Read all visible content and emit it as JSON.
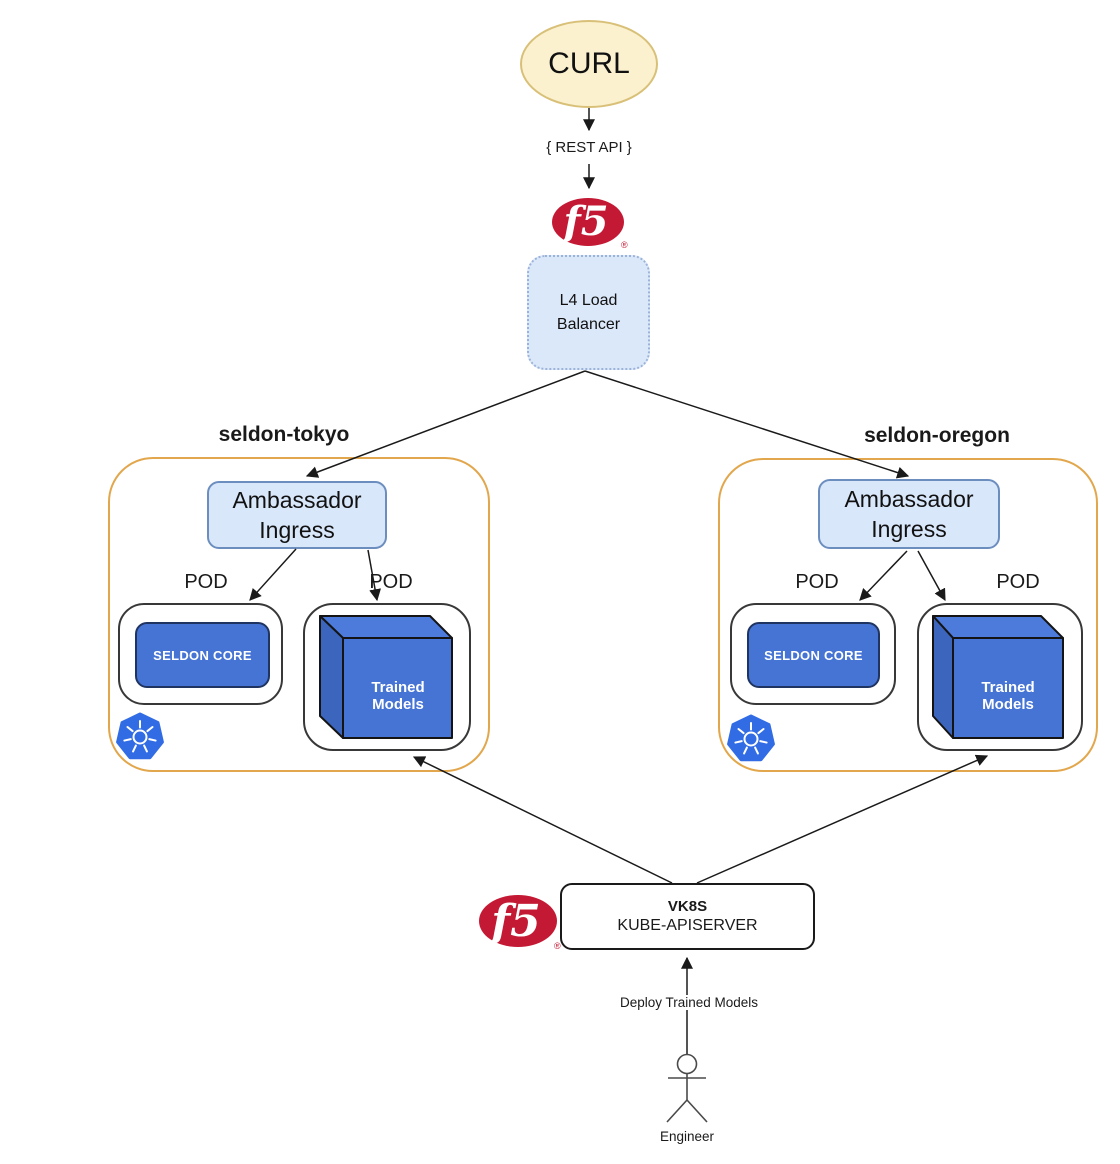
{
  "diagram": {
    "curl": {
      "label": "CURL"
    },
    "rest_api_label": "{ REST API }",
    "l4_label": "L4 Load Balancer",
    "vk8s": {
      "title": "VK8S",
      "subtitle": "KUBE-APISERVER"
    },
    "deploy_label": "Deploy Trained Models",
    "engineer_label": "Engineer"
  },
  "clusters": [
    {
      "title": "seldon-tokyo",
      "ingress": "Ambassador Ingress",
      "pods": [
        {
          "label": "POD",
          "content": "SELDON CORE"
        },
        {
          "label": "POD",
          "content": "Trained Models"
        }
      ]
    },
    {
      "title": "seldon-oregon",
      "ingress": "Ambassador Ingress",
      "pods": [
        {
          "label": "POD",
          "content": "SELDON CORE"
        },
        {
          "label": "POD",
          "content": "Trained Models"
        }
      ]
    }
  ],
  "logos": {
    "f5": "f5",
    "registered": "®"
  },
  "colors": {
    "f5_red": "#C41934",
    "k8s_blue": "#326CE5",
    "cluster_border": "#E2A74D",
    "node_blue_fill": "#DBE8F9",
    "node_blue_stroke": "#6C8EBF",
    "core_blue": "#4674D4",
    "curl_fill": "#FBF1CE",
    "curl_stroke": "#D9C078",
    "line_color": "#1a1a1a"
  }
}
